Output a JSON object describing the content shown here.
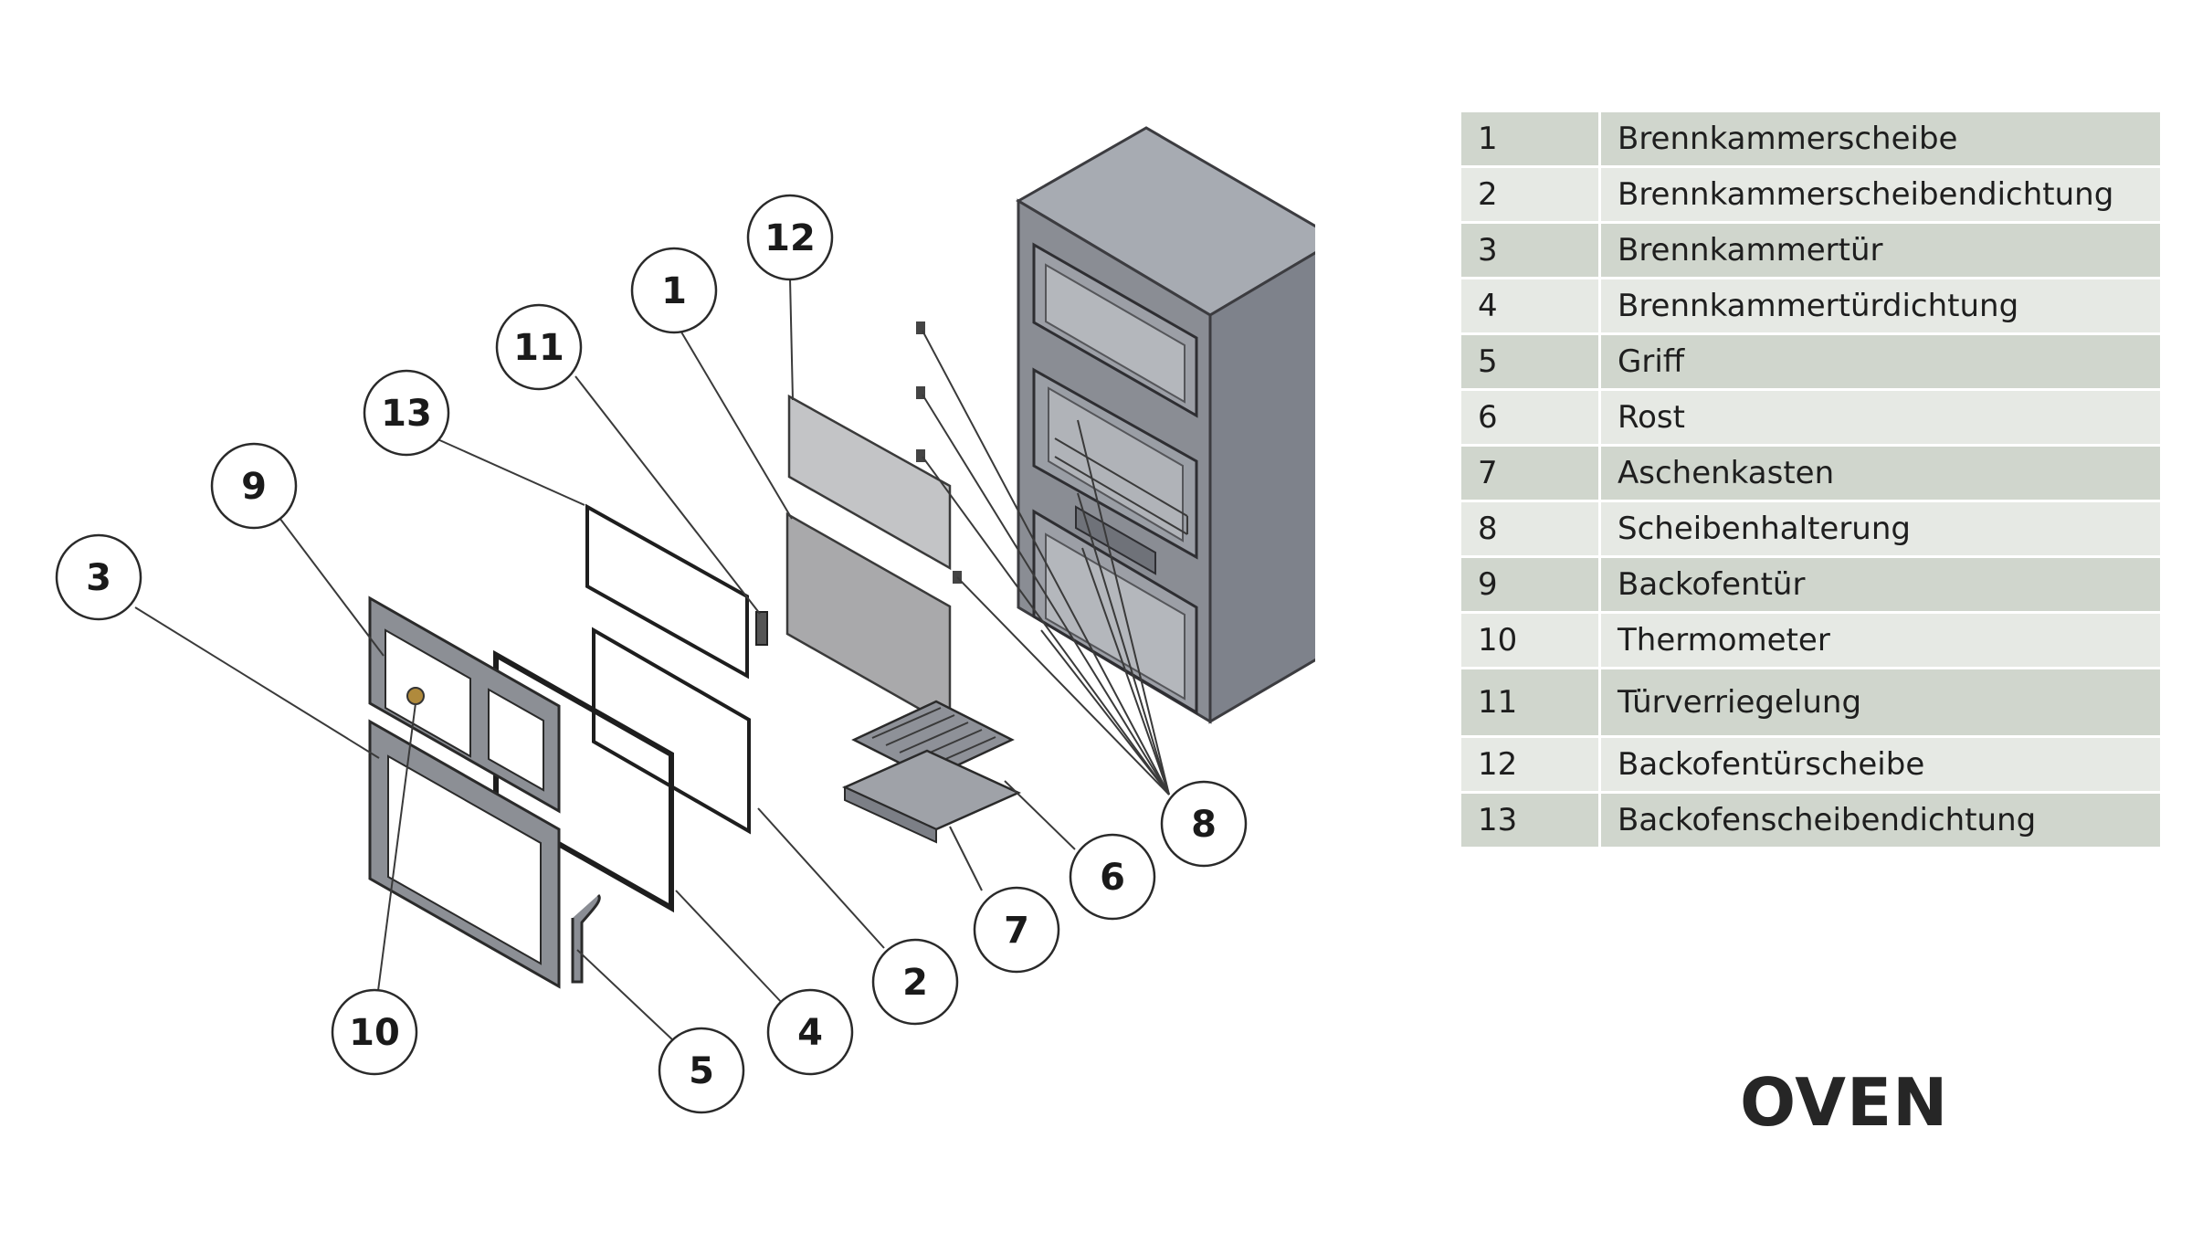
{
  "title": "OVEN",
  "diagram": {
    "callouts": [
      "1",
      "2",
      "3",
      "4",
      "5",
      "6",
      "7",
      "8",
      "9",
      "10",
      "11",
      "12",
      "13"
    ]
  },
  "parts": [
    {
      "num": "1",
      "name": "Brennkammerscheibe"
    },
    {
      "num": "2",
      "name": "Brennkammerscheibendichtung"
    },
    {
      "num": "3",
      "name": "Brennkammertür"
    },
    {
      "num": "4",
      "name": "Brennkammertürdichtung"
    },
    {
      "num": "5",
      "name": "Griff"
    },
    {
      "num": "6",
      "name": "Rost"
    },
    {
      "num": "7",
      "name": "Aschenkasten"
    },
    {
      "num": "8",
      "name": "Scheibenhalterung"
    },
    {
      "num": "9",
      "name": "Backofentür"
    },
    {
      "num": "10",
      "name": "Thermometer"
    },
    {
      "num": "11",
      "name": "Türverriegelung"
    },
    {
      "num": "12",
      "name": "Backofentürscheibe"
    },
    {
      "num": "13",
      "name": "Backofenscheibendichtung"
    }
  ],
  "colors": {
    "row_dark": "#d0d6cd",
    "row_light": "#e6e9e4",
    "body_front": "#8a8d94",
    "body_side": "#7e828b",
    "body_top": "#a7abb2",
    "glass": "#c3c4c6"
  }
}
